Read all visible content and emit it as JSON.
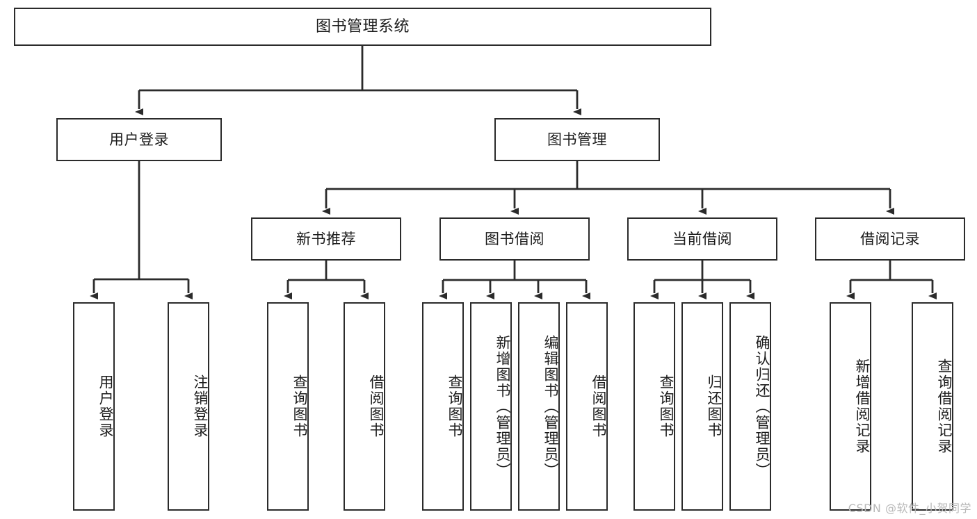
{
  "diagram": {
    "title": "图书管理系统",
    "watermark": "CSDN @软件_小贺同学",
    "nodes": {
      "root": "图书管理系统",
      "user_login": "用户登录",
      "book_manage": "图书管理",
      "new_book_rec": "新书推荐",
      "book_borrow": "图书借阅",
      "current_borrow": "当前借阅",
      "borrow_record": "借阅记录",
      "leaf_user_login": "用户登录",
      "leaf_logout": "注销登录",
      "leaf_query_book_1": "查询图书",
      "leaf_borrow_book_1": "借阅图书",
      "leaf_query_book_2": "查询图书",
      "leaf_add_book_admin": "新增图书（管理员）",
      "leaf_edit_book_admin": "编辑图书（管理员）",
      "leaf_borrow_book_2": "借阅图书",
      "leaf_query_book_3": "查询图书",
      "leaf_return_book": "归还图书",
      "leaf_confirm_return_admin": "确认归还（管理员）",
      "leaf_add_record": "新增借阅记录",
      "leaf_query_record": "查询借阅记录"
    }
  },
  "chart_data": {
    "type": "diagram",
    "title": "图书管理系统",
    "orientation": "top-down tree",
    "levels": 4,
    "tree": {
      "label": "图书管理系统",
      "children": [
        {
          "label": "用户登录",
          "children": [
            {
              "label": "用户登录",
              "children": []
            },
            {
              "label": "注销登录",
              "children": []
            }
          ]
        },
        {
          "label": "图书管理",
          "children": [
            {
              "label": "新书推荐",
              "children": [
                {
                  "label": "查询图书",
                  "children": []
                },
                {
                  "label": "借阅图书",
                  "children": []
                }
              ]
            },
            {
              "label": "图书借阅",
              "children": [
                {
                  "label": "查询图书",
                  "children": []
                },
                {
                  "label": "新增图书（管理员）",
                  "children": []
                },
                {
                  "label": "编辑图书（管理员）",
                  "children": []
                },
                {
                  "label": "借阅图书",
                  "children": []
                }
              ]
            },
            {
              "label": "当前借阅",
              "children": [
                {
                  "label": "查询图书",
                  "children": []
                },
                {
                  "label": "归还图书",
                  "children": []
                },
                {
                  "label": "确认归还（管理员）",
                  "children": []
                }
              ]
            },
            {
              "label": "借阅记录",
              "children": [
                {
                  "label": "新增借阅记录",
                  "children": []
                },
                {
                  "label": "查询借阅记录",
                  "children": []
                }
              ]
            }
          ]
        }
      ]
    },
    "colors": {
      "box_border": "#2b2b2b",
      "box_fill": "#ffffff",
      "connector": "#2b2b2b",
      "text": "#1c1c1c",
      "watermark": "#b9b9b9",
      "background": "#ffffff"
    }
  }
}
